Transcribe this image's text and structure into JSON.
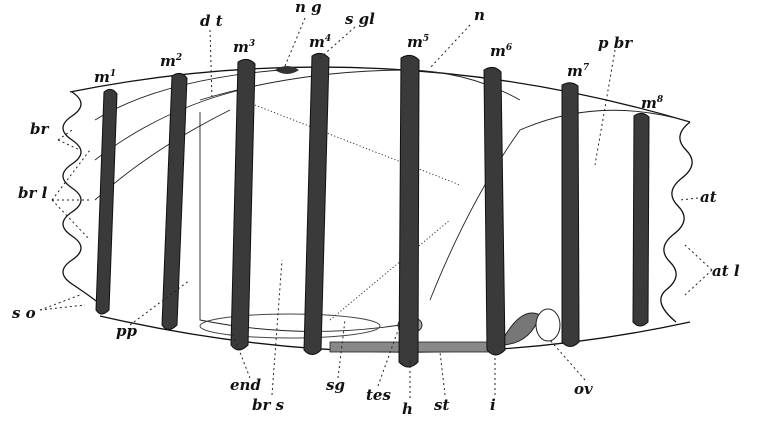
{
  "title": "Salp anatomy diagram",
  "muscles": [
    "m",
    "m",
    "m",
    "m",
    "m",
    "m",
    "m",
    "m"
  ],
  "muscle_numbers": [
    "1",
    "2",
    "3",
    "4",
    "5",
    "6",
    "7",
    "8"
  ],
  "labels": {
    "dt": "d t",
    "ng": "n g",
    "sgl": "s gl",
    "n": "n",
    "pbr": "p br",
    "br": "br",
    "brl": "br l",
    "so": "s o",
    "at": "at",
    "atl": "at l",
    "pp": "pp",
    "end": "end",
    "brs": "br s",
    "sg": "sg",
    "tes": "tes",
    "h": "h",
    "st": "st",
    "i": "i",
    "ov": "ov"
  }
}
